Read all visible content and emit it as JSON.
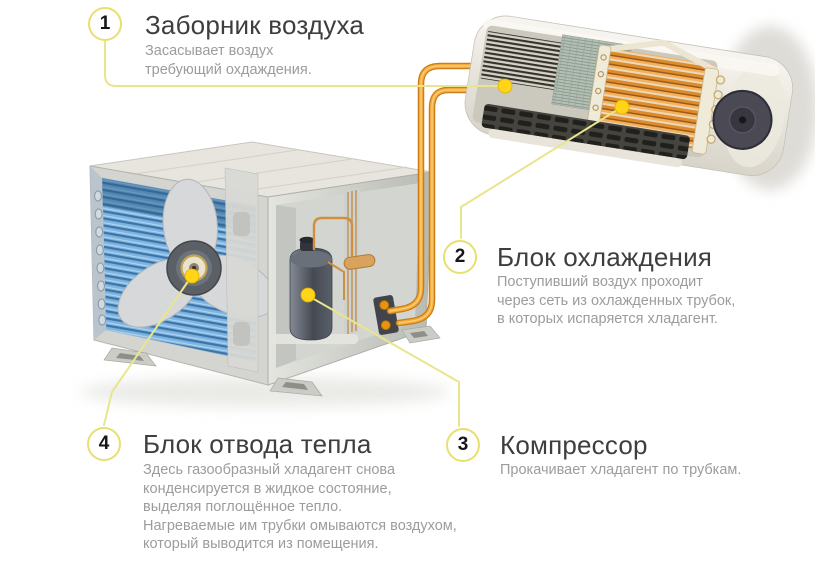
{
  "callouts": [
    {
      "number": "1",
      "title": "Заборник воздуха",
      "description": "Засасывает воздух\nтребующий охдаждения."
    },
    {
      "number": "2",
      "title": "Блок охлаждения",
      "description": "Поступивший воздух проходит\nчерез сеть из охлажденных трубок,\nв которых испаряется хладагент."
    },
    {
      "number": "3",
      "title": "Компрессор",
      "description": "Прокачивает хладагент по трубкам."
    },
    {
      "number": "4",
      "title": "Блок отвода тепла",
      "description": "Здесь газообразный хладагент снова\nконденсируется в жидкое состояние,\nвыделяя поглощённое тепло.\nНагреваемые им трубки омываются воздухом,\nкоторый выводится из помещения."
    }
  ],
  "colors": {
    "badge_ring": "#e7e06e",
    "callout_dot": "#ffd419",
    "leader_line": "#e9e58f",
    "refrigerant_tube": "#f3a93c",
    "title_text": "#3e3e3e",
    "description_text": "#9c9c9c",
    "coil_blue": "#7db4e2",
    "background": "#ffffff"
  },
  "icons": {
    "outdoor_unit": "outdoor-condenser-unit",
    "indoor_unit": "indoor-wall-unit",
    "fan": "fan-icon",
    "compressor": "compressor-icon",
    "tubes": "refrigerant-tubes-icon"
  }
}
